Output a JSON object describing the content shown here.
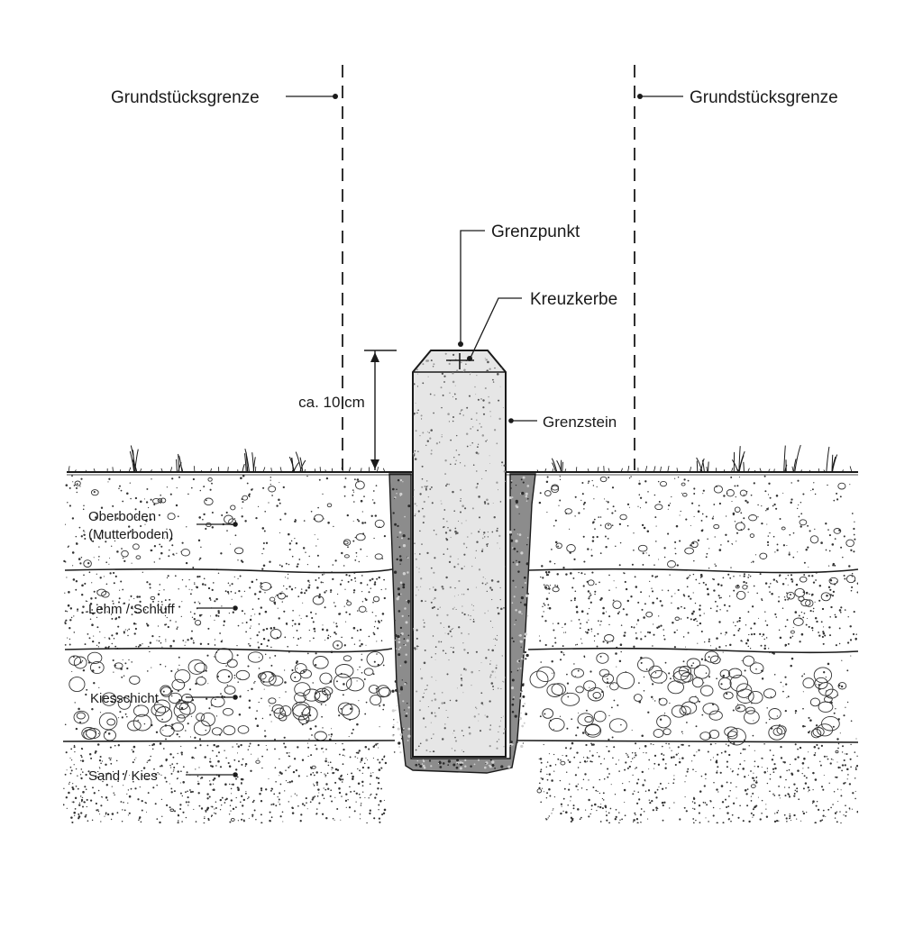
{
  "labels": {
    "boundary_left": "Grundstücksgrenze",
    "boundary_right": "Grundstücksgrenze",
    "grenzpunkt": "Grenzpunkt",
    "kreuzkerbe": "Kreuzkerbe",
    "grenzstein": "Grenzstein",
    "height_dimension": "ca. 10 cm"
  },
  "layers": [
    {
      "key": "topsoil",
      "label_line1": "Oberboden",
      "label_line2": "(Mutterboden)"
    },
    {
      "key": "loam",
      "label_line1": "Lehm / Schluff"
    },
    {
      "key": "gravel",
      "label_line1": "Kiesschicht"
    },
    {
      "key": "sand",
      "label_line1": "Sand / Kies"
    }
  ],
  "colors": {
    "ink": "#1a1a1a",
    "stone": "#e6e6e6",
    "backfill": "#8c8c8c",
    "background": "#ffffff"
  }
}
